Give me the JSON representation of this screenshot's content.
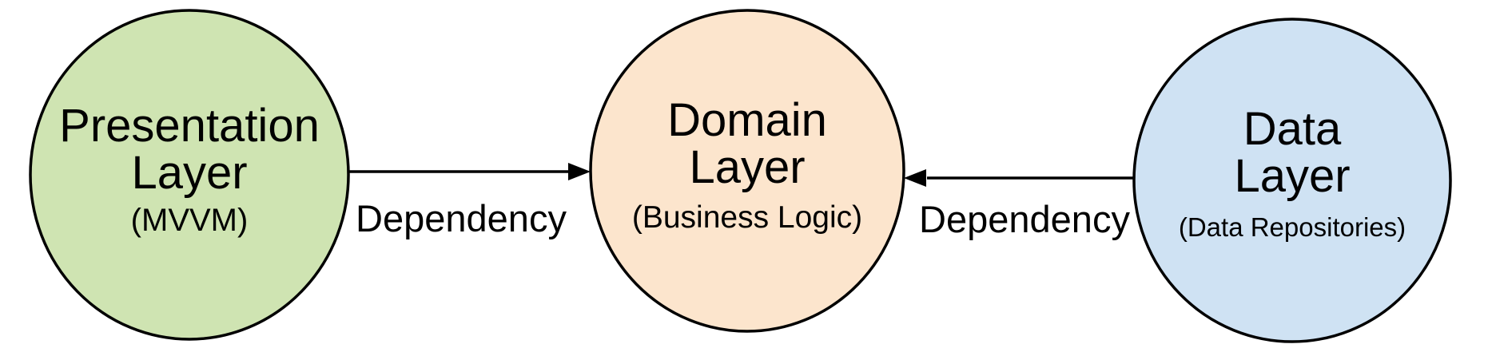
{
  "diagram": {
    "background": "#ffffff",
    "arrow_color": "#000000",
    "edge_label_color": "#9daed6",
    "nodes": [
      {
        "name": "Presentation Layer",
        "line1": "Presentation",
        "line2": "Layer",
        "sublabel": "(MVVM)",
        "fill": "#cfe4b2",
        "stroke": "#000000"
      },
      {
        "name": "Domain Layer",
        "line1": "Domain",
        "line2": "Layer",
        "sublabel": "(Business Logic)",
        "fill": "#fce5cd",
        "stroke": "#000000"
      },
      {
        "name": "Data Layer",
        "line1": "Data",
        "line2": "Layer",
        "sublabel": "(Data Repositories)",
        "fill": "#cfe2f3",
        "stroke": "#000000"
      }
    ],
    "edges": [
      {
        "label": "Dependency",
        "from": "Presentation Layer",
        "to": "Domain Layer",
        "direction": "left-to-right"
      },
      {
        "label": "Dependency",
        "from": "Data Layer",
        "to": "Domain Layer",
        "direction": "right-to-left"
      }
    ]
  }
}
